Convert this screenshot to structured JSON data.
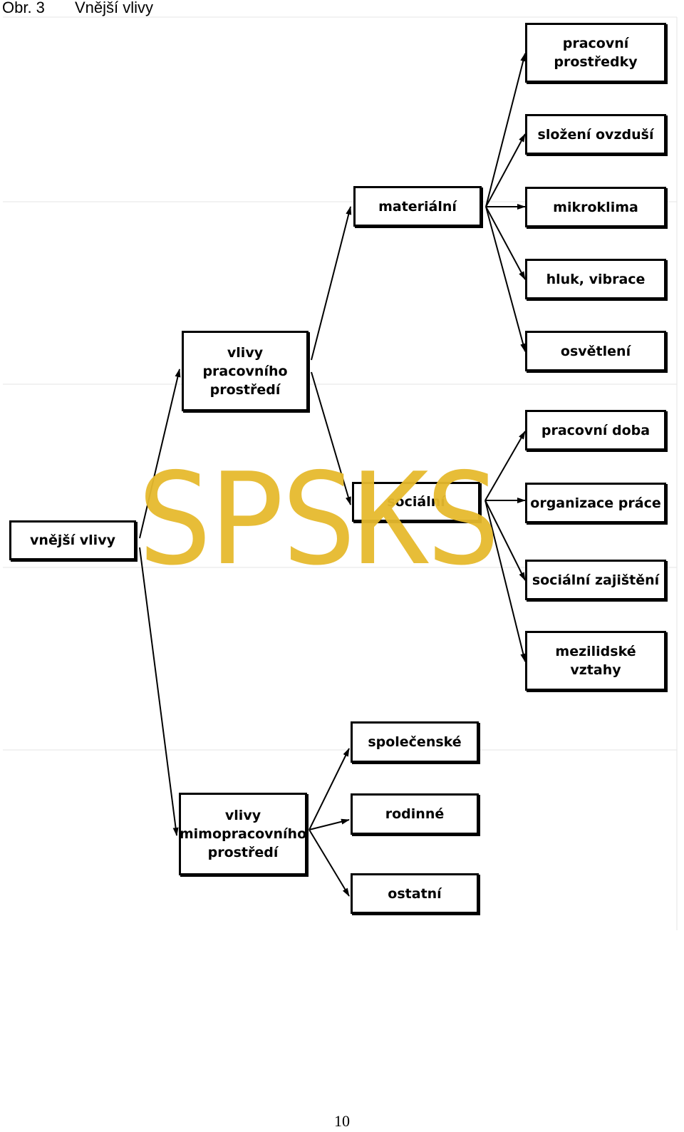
{
  "caption": {
    "label": "Obr. 3",
    "title": "Vnější vlivy"
  },
  "nodes": {
    "root": "vnější vlivy",
    "work_env": "vlivy\npracovního\nprostředí",
    "nonwork_env": "vlivy\nmimopracovního\nprostředí",
    "material": "materiální",
    "social": "sociální",
    "work_tools": "pracovní\nprostředky",
    "air": "složení ovzduší",
    "microclimate": "mikroklima",
    "noise": "hluk, vibrace",
    "lighting": "osvětlení",
    "work_time": "pracovní doba",
    "work_org": "organizace práce",
    "social_security": "sociální zajištění",
    "relations": "mezilidské\nvztahy",
    "societal": "společenské",
    "family": "rodinné",
    "other": "ostatní"
  },
  "watermark": "SPSKS",
  "page_number": "10",
  "colors": {
    "watermark": "#e6ba2e",
    "line": "#000000",
    "guide": "#e6e6e6"
  }
}
